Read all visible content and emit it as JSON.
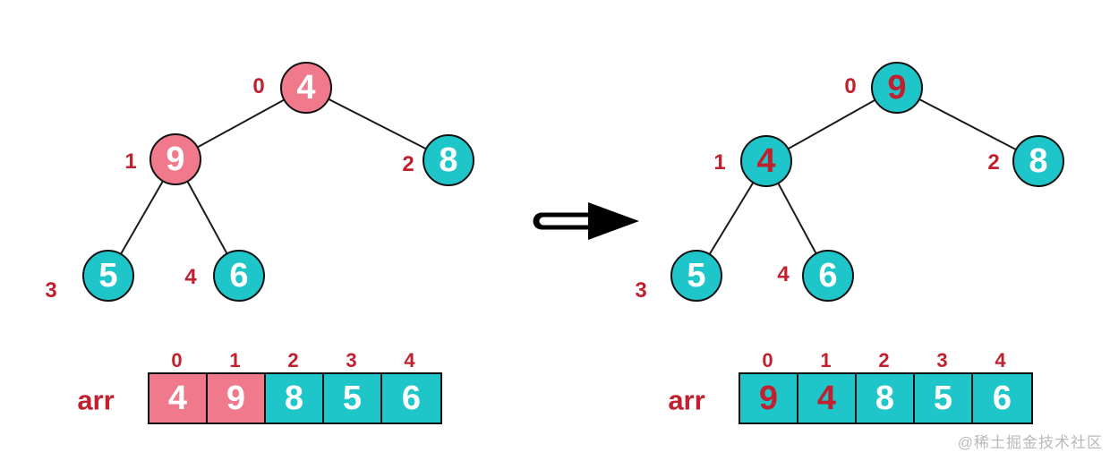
{
  "colors": {
    "pink": "#F1798C",
    "teal": "#1EC6C9",
    "red": "#C1202E",
    "line": "#1A1A1A",
    "watermark": "#B9B9B9"
  },
  "icons": {
    "transform_arrow": "right-arrow"
  },
  "watermark": "@稀土掘金技术社区",
  "panels": [
    {
      "id": "before",
      "nodes": [
        {
          "index": "0",
          "value": "4",
          "fill": "pink",
          "text_color": "white"
        },
        {
          "index": "1",
          "value": "9",
          "fill": "pink",
          "text_color": "white"
        },
        {
          "index": "2",
          "value": "8",
          "fill": "teal",
          "text_color": "white"
        },
        {
          "index": "3",
          "value": "5",
          "fill": "teal",
          "text_color": "white"
        },
        {
          "index": "4",
          "value": "6",
          "fill": "teal",
          "text_color": "white"
        }
      ],
      "array": {
        "label": "arr",
        "indices": [
          "0",
          "1",
          "2",
          "3",
          "4"
        ],
        "cells": [
          {
            "value": "4",
            "fill": "pink",
            "text_color": "white"
          },
          {
            "value": "9",
            "fill": "pink",
            "text_color": "white"
          },
          {
            "value": "8",
            "fill": "teal",
            "text_color": "white"
          },
          {
            "value": "5",
            "fill": "teal",
            "text_color": "white"
          },
          {
            "value": "6",
            "fill": "teal",
            "text_color": "white"
          }
        ]
      }
    },
    {
      "id": "after",
      "nodes": [
        {
          "index": "0",
          "value": "9",
          "fill": "teal",
          "text_color": "red"
        },
        {
          "index": "1",
          "value": "4",
          "fill": "teal",
          "text_color": "red"
        },
        {
          "index": "2",
          "value": "8",
          "fill": "teal",
          "text_color": "white"
        },
        {
          "index": "3",
          "value": "5",
          "fill": "teal",
          "text_color": "white"
        },
        {
          "index": "4",
          "value": "6",
          "fill": "teal",
          "text_color": "white"
        }
      ],
      "array": {
        "label": "arr",
        "indices": [
          "0",
          "1",
          "2",
          "3",
          "4"
        ],
        "cells": [
          {
            "value": "9",
            "fill": "teal",
            "text_color": "red"
          },
          {
            "value": "4",
            "fill": "teal",
            "text_color": "red"
          },
          {
            "value": "8",
            "fill": "teal",
            "text_color": "white"
          },
          {
            "value": "5",
            "fill": "teal",
            "text_color": "white"
          },
          {
            "value": "6",
            "fill": "teal",
            "text_color": "white"
          }
        ]
      }
    }
  ]
}
